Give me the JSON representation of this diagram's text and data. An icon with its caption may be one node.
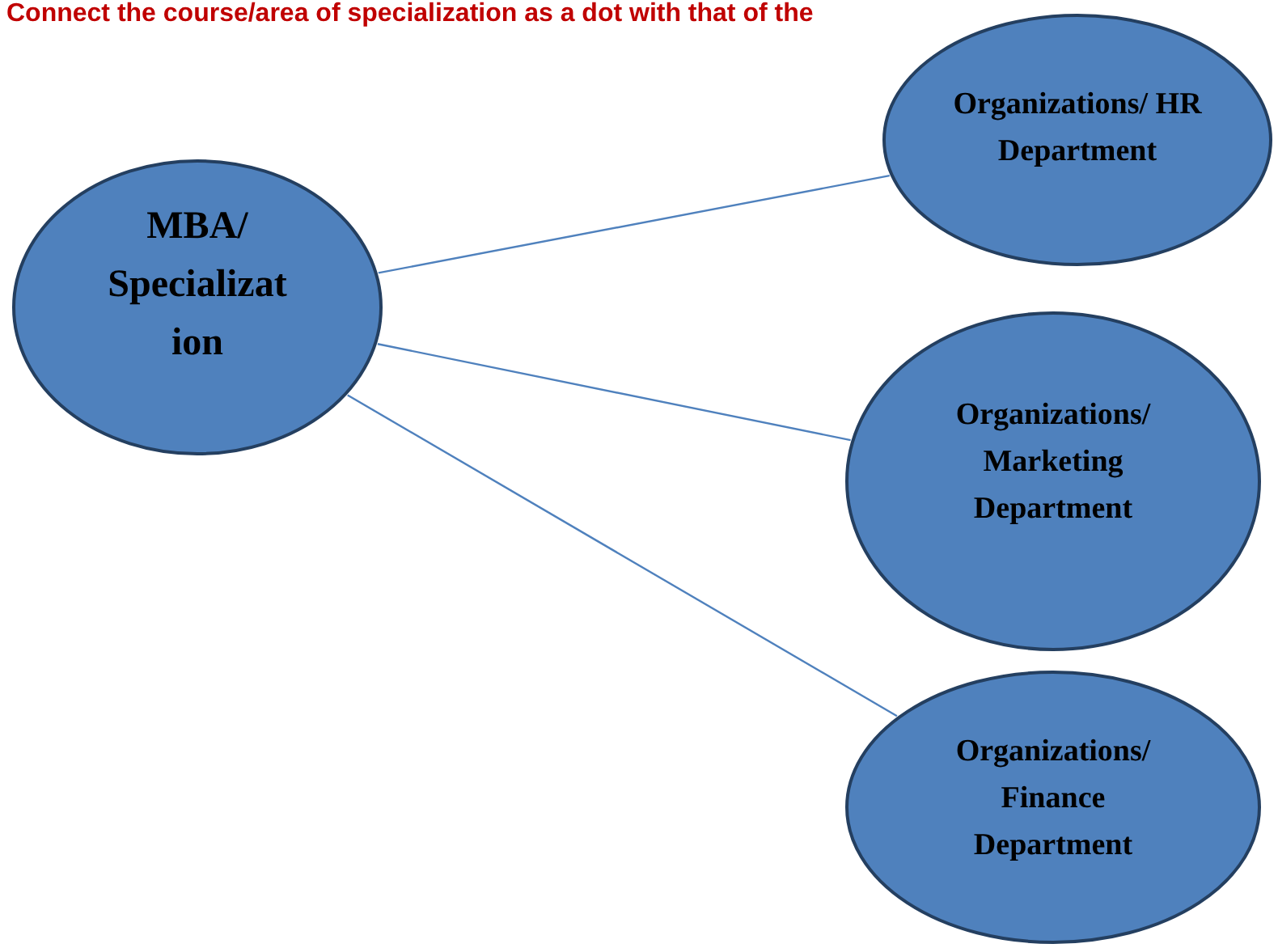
{
  "diagram": {
    "title": "Connect the course/area of specialization as a dot with that of the",
    "nodes": [
      {
        "text": [
          "MBA/ Specializat ion"
        ]
      },
      {
        "text": [
          "Organizations/ HR Department"
        ]
      },
      {
        "text": [
          "Organizations/ Marketing Department"
        ]
      },
      {
        "text": [
          "Organizations/ Finance Department"
        ]
      }
    ],
    "edges": [
      {
        "from": 0,
        "to": 1,
        "arrow": "none"
      },
      {
        "from": 0,
        "to": 2,
        "arrow": "none"
      },
      {
        "from": 0,
        "to": 3,
        "arrow": "none"
      }
    ]
  }
}
